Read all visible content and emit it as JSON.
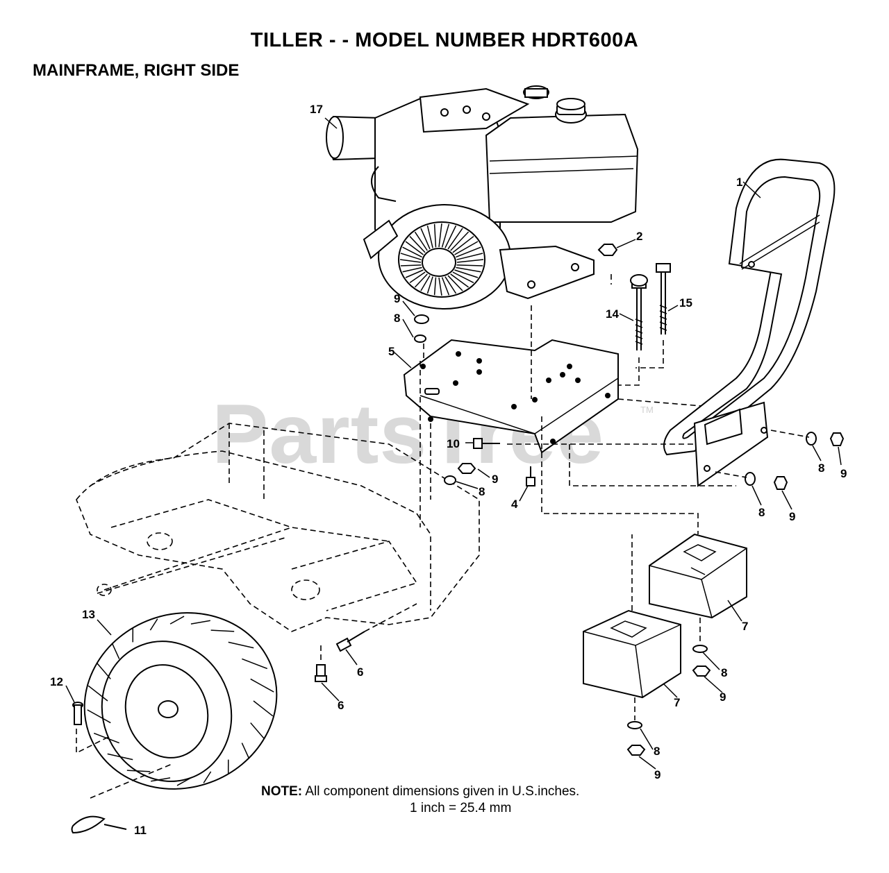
{
  "header": {
    "title": "TILLER - - MODEL NUMBER HDRT600A",
    "subtitle": "MAINFRAME, RIGHT SIDE"
  },
  "watermark": {
    "text": "PartsTree",
    "mark": "TM"
  },
  "note": {
    "label": "NOTE:",
    "text": "All component dimensions given in U.S.inches.",
    "conversion": "1 inch = 25.4 mm"
  },
  "callouts": {
    "c1": "1",
    "c2": "2",
    "c4": "4",
    "c5": "5",
    "c6a": "6",
    "c6b": "6",
    "c7a": "7",
    "c7b": "7",
    "c8a": "8",
    "c8b": "8",
    "c8c": "8",
    "c8d": "8",
    "c8e": "8",
    "c8f": "8",
    "c9a": "9",
    "c9b": "9",
    "c9c": "9",
    "c9d": "9",
    "c9e": "9",
    "c9f": "9",
    "c10": "10",
    "c11": "11",
    "c12": "12",
    "c13": "13",
    "c14": "14",
    "c15": "15",
    "c17": "17"
  }
}
